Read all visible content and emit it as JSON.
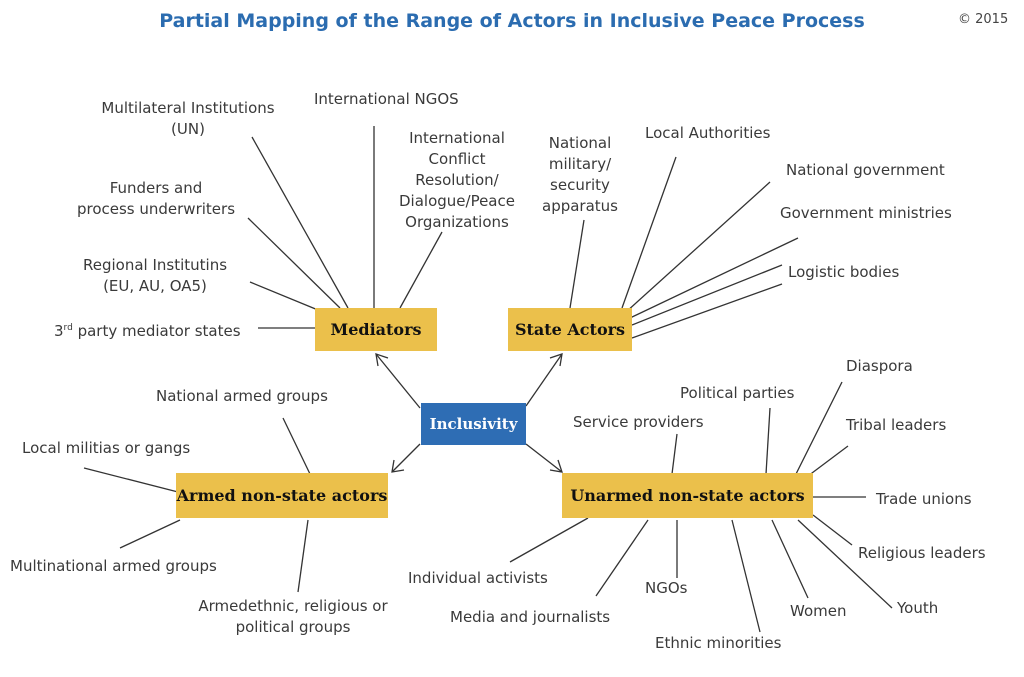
{
  "title": "Partial Mapping of the Range of Actors in Inclusive Peace Process",
  "copyright": "© 2015",
  "colors": {
    "hub": "#ebc04b",
    "center": "#2e6db4",
    "title": "#2b6cb0"
  },
  "center": {
    "label": "Inclusivity"
  },
  "hubs": {
    "mediators": "Mediators",
    "state": "State Actors",
    "armed": "Armed non-state actors",
    "unarmed": "Unarmed non-state actors"
  },
  "mediators": {
    "multilateral": "Multilateral Institutions\n(UN)",
    "intl_ngos": "International NGOS",
    "intl_conflict": "International\nConflict\nResolution/\nDialogue/Peace\nOrganizations",
    "funders": "Funders and\nprocess underwriters",
    "regional": "Regional Institutins\n(EU, AU, OA5)",
    "third_party_num": "3",
    "third_party_sup": "rd",
    "third_party_rest": " party mediator states"
  },
  "state": {
    "military": "National\nmilitary/\nsecurity\napparatus",
    "local_auth": "Local Authorities",
    "national_gov": "National government",
    "ministries": "Government ministries",
    "logistic": "Logistic bodies"
  },
  "armed": {
    "national_armed": "National armed groups",
    "local_militias": "Local militias or gangs",
    "multinational": "Multinational armed groups",
    "armedethnic": "Armedethnic, religious or\npolitical groups"
  },
  "unarmed": {
    "service": "Service providers",
    "political": "Political parties",
    "diaspora": "Diaspora",
    "tribal": "Tribal leaders",
    "trade": "Trade unions",
    "religious": "Religious leaders",
    "youth": "Youth",
    "women": "Women",
    "ethnic": "Ethnic minorities",
    "ngos": "NGOs",
    "media": "Media and journalists",
    "activists": "Individual activists"
  }
}
